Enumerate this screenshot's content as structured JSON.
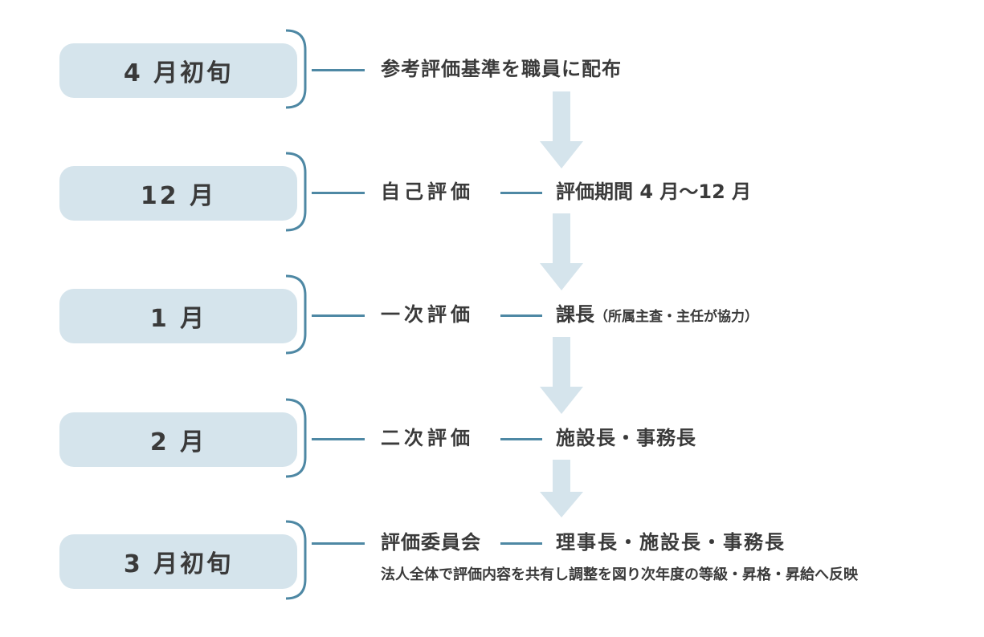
{
  "colors": {
    "pill": "#d5e4ec",
    "line": "#4e88a4",
    "arrow": "#d5e4ec",
    "text": "#3a3a3a"
  },
  "steps": [
    {
      "period": "4 月初旬",
      "label": "参考評価基準を職員に配布"
    },
    {
      "period": "12 月",
      "label": "自己評価",
      "detail": "評価期間 4 月〜12 月"
    },
    {
      "period": "1 月",
      "label": "一次評価",
      "detail": "課長",
      "detail_sub": "（所属主査・主任が協力）"
    },
    {
      "period": "2 月",
      "label": "二次評価",
      "detail": "施設長・事務長"
    },
    {
      "period": "3 月初旬",
      "label": "評価委員会",
      "detail": "理事長・施設長・事務長",
      "note": "法人全体で評価内容を共有し調整を図り次年度の等級・昇格・昇給へ反映"
    }
  ]
}
